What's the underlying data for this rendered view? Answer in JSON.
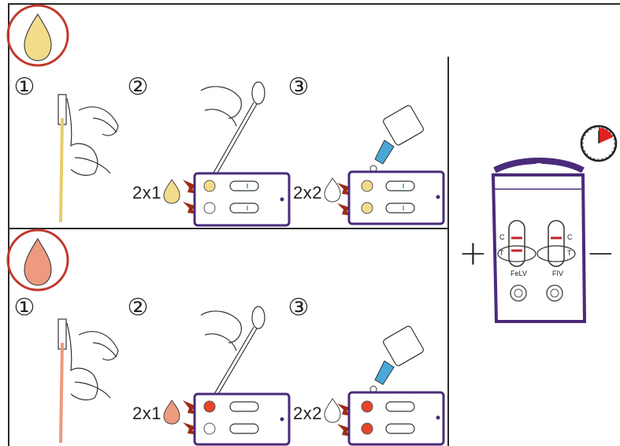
{
  "panels": [
    {
      "sample": "yellow",
      "steps": [
        "①",
        "②",
        "③"
      ],
      "dose_sample": "2x1",
      "dose_buffer": "2x2"
    },
    {
      "sample": "red",
      "steps": [
        "①",
        "②",
        "③"
      ],
      "dose_sample": "2x1",
      "dose_buffer": "2x2"
    }
  ],
  "result": {
    "positive_sign": "+",
    "negative_sign": "−",
    "control_label": "C",
    "test_label": "T",
    "left_window_label": "FeLV",
    "right_window_label": "FIV"
  },
  "colors": {
    "yellow_sample": "#f2dc8c",
    "red_sample": "#ee9a7e",
    "circle_border": "#c0392b",
    "cassette_purple": "#4a2b7a",
    "arrow_red": "#9e2a14",
    "buffer_blue": "#4aa8d8",
    "timer_red": "#e02020"
  },
  "icons": [
    "drop-icon",
    "timer-icon",
    "hand-icon",
    "pipette-icon",
    "dropper-bottle-icon",
    "arrow-icon",
    "test-cassette-icon"
  ]
}
